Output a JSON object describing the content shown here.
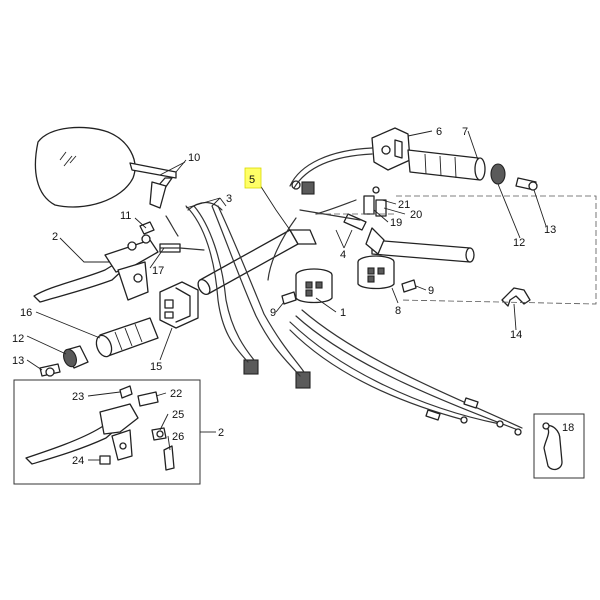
{
  "diagram": {
    "highlight_color": "#ffff66",
    "highlighted_callout": "5",
    "callouts": {
      "c1": "1",
      "c2a": "2",
      "c2b": "2",
      "c3": "3",
      "c4": "4",
      "c5": "5",
      "c6": "6",
      "c7": "7",
      "c8": "8",
      "c9a": "9",
      "c9b": "9",
      "c10": "10",
      "c11": "11",
      "c12a": "12",
      "c12b": "12",
      "c13a": "13",
      "c13b": "13",
      "c14": "14",
      "c15": "15",
      "c16": "16",
      "c17": "17",
      "c18": "18",
      "c19": "19",
      "c20": "20",
      "c21": "21",
      "c22": "22",
      "c23": "23",
      "c24": "24",
      "c25": "25",
      "c26": "26"
    }
  }
}
